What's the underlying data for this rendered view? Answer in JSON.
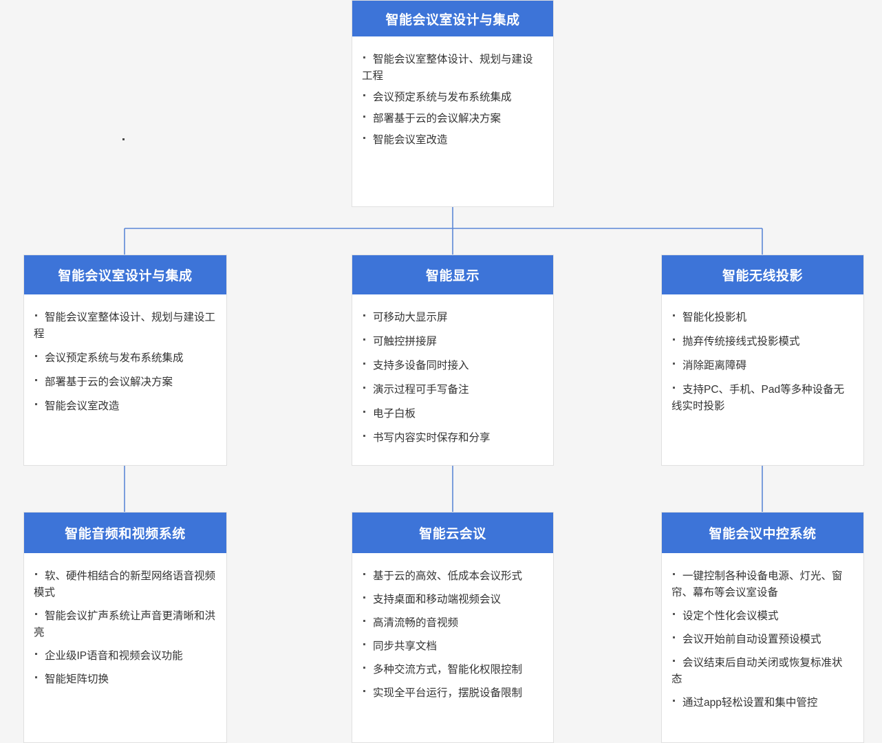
{
  "meta": {
    "diagram_type": "organization-tree",
    "accent_color": "#3d74d8",
    "background_color": "#f5f5f5",
    "border_color": "#e0e0e0",
    "text_color": "#333333",
    "connector_color": "#5b87d6",
    "stray_dot_label": "."
  },
  "root": {
    "title": "智能会议室设计与集成",
    "items": [
      "智能会议室整体设计、规划与建设工程",
      "会议预定系统与发布系统集成",
      "部署基于云的会议解决方案",
      "智能会议室改造"
    ]
  },
  "middle_row": [
    {
      "title": "智能会议室设计与集成",
      "items": [
        "智能会议室整体设计、规划与建设工程",
        "会议预定系统与发布系统集成",
        "部署基于云的会议解决方案",
        "智能会议室改造"
      ]
    },
    {
      "title": "智能显示",
      "items": [
        "可移动大显示屏",
        "可触控拼接屏",
        "支持多设备同时接入",
        "演示过程可手写备注",
        "电子白板",
        "书写内容实时保存和分享"
      ]
    },
    {
      "title": "智能无线投影",
      "items": [
        "智能化投影机",
        "抛弃传统接线式投影模式",
        "消除距离障碍",
        "支持PC、手机、Pad等多种设备无线实时投影"
      ]
    }
  ],
  "bottom_row": [
    {
      "title": "智能音频和视频系统",
      "items": [
        "软、硬件相结合的新型网络语音视频模式",
        "智能会议扩声系统让声音更清晰和洪亮",
        "企业级IP语音和视频会议功能",
        "智能矩阵切换"
      ]
    },
    {
      "title": "智能云会议",
      "items": [
        "基于云的高效、低成本会议形式",
        "支持桌面和移动端视频会议",
        "高清流畅的音视频",
        "同步共享文档",
        "多种交流方式，智能化权限控制",
        "实现全平台运行，摆脱设备限制"
      ]
    },
    {
      "title": "智能会议中控系统",
      "items": [
        "一键控制各种设备电源、灯光、窗帘、幕布等会议室设备",
        "设定个性化会议模式",
        "会议开始前自动设置预设模式",
        "会议结束后自动关闭或恢复标准状态",
        "通过app轻松设置和集中管控"
      ]
    }
  ]
}
